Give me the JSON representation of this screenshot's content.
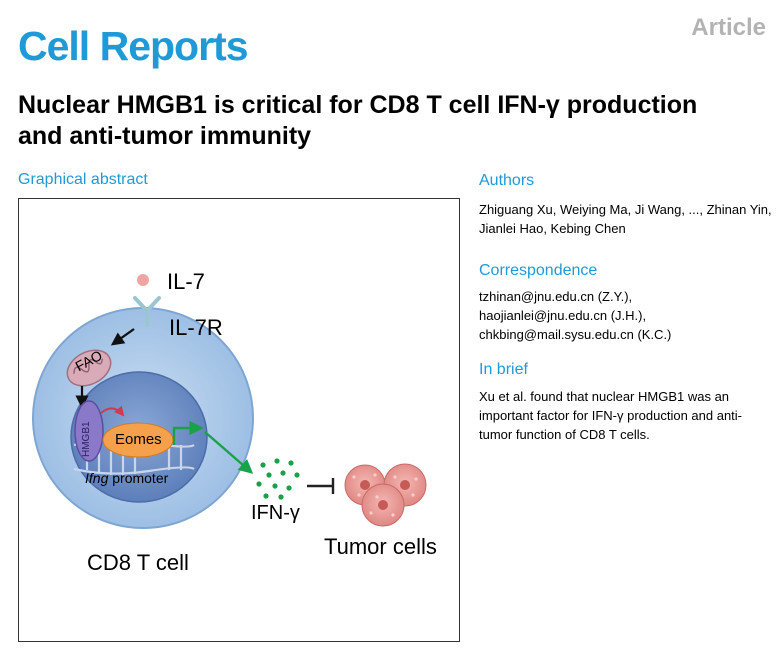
{
  "journal": "Cell Reports",
  "article_type": "Article",
  "title": "Nuclear HMGB1 is critical for CD8 T cell IFN-γ production and anti-tumor immunity",
  "graphical_abstract": {
    "heading": "Graphical abstract",
    "labels": {
      "il7": "IL-7",
      "il7r": "IL-7R",
      "fao": "FAO",
      "hmgb1": "HMGB1",
      "eomes": "Eomes",
      "ifng": "Ifng",
      "promoter": " promoter",
      "ifn_gamma": "IFN-γ",
      "tumor_cells": "Tumor cells",
      "cd8_t_cell": "CD8 T cell"
    },
    "colors": {
      "cell": "#a9c8e8",
      "nucleus": "#7494c8",
      "hmgb1": "#8c79c8",
      "eomes": "#f5a04a",
      "arrow_green": "#1aa14a",
      "tumor": "#e99595",
      "fao": "#d5a5b5"
    }
  },
  "authors": {
    "heading": "Authors",
    "text": "Zhiguang Xu, Weiying Ma, Ji Wang, ..., Zhinan Yin, Jianlei Hao, Kebing Chen"
  },
  "correspondence": {
    "heading": "Correspondence",
    "lines": [
      "tzhinan@jnu.edu.cn (Z.Y.),",
      "haojianlei@jnu.edu.cn (J.H.),",
      "chkbing@mail.sysu.edu.cn (K.C.)"
    ]
  },
  "in_brief": {
    "heading": "In brief",
    "text": "Xu et al. found that nuclear HMGB1 was an important factor for IFN-γ production and anti-tumor function of CD8 T cells."
  }
}
